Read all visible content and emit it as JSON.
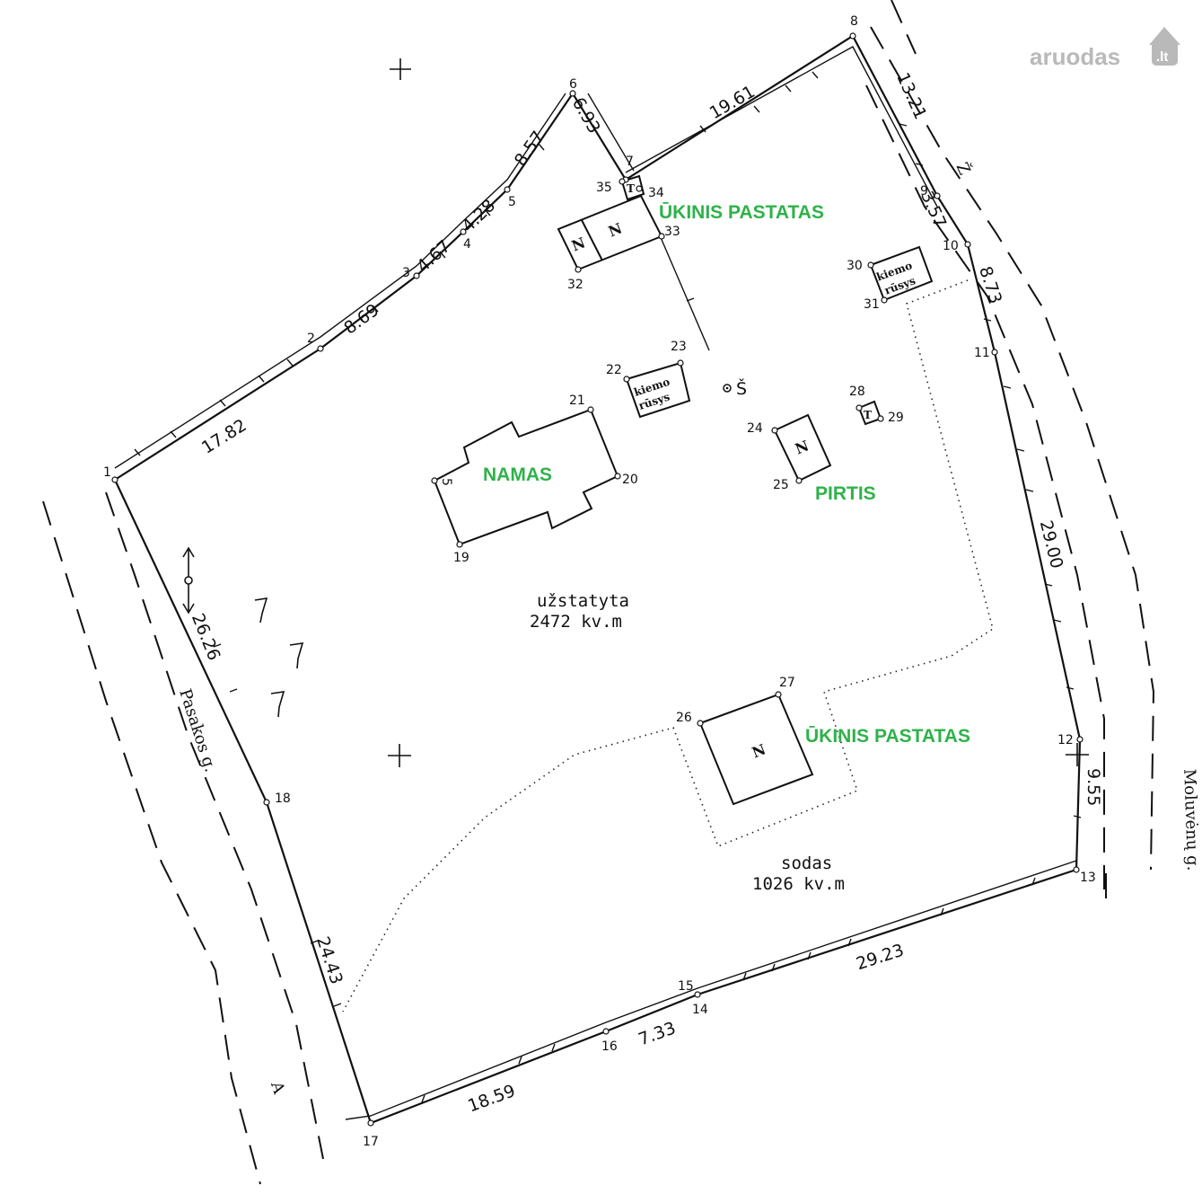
{
  "watermark": {
    "brand": "aruodas",
    "tld": ".lt",
    "color": "#b9b9b9"
  },
  "colors": {
    "annotation_green": "#2fb24a",
    "line": "#111111"
  },
  "points": [
    {
      "id": "1",
      "label": "1"
    },
    {
      "id": "2",
      "label": "2"
    },
    {
      "id": "3",
      "label": "3"
    },
    {
      "id": "4",
      "label": "4"
    },
    {
      "id": "5",
      "label": "5"
    },
    {
      "id": "6",
      "label": "6"
    },
    {
      "id": "7",
      "label": "7"
    },
    {
      "id": "8",
      "label": "8"
    },
    {
      "id": "9",
      "label": "9"
    },
    {
      "id": "10",
      "label": "10"
    },
    {
      "id": "11",
      "label": "11"
    },
    {
      "id": "12",
      "label": "12"
    },
    {
      "id": "13",
      "label": "13"
    },
    {
      "id": "14",
      "label": "14"
    },
    {
      "id": "15",
      "label": "15"
    },
    {
      "id": "16",
      "label": "16"
    },
    {
      "id": "17",
      "label": "17"
    },
    {
      "id": "18",
      "label": "18"
    },
    {
      "id": "19",
      "label": "19"
    },
    {
      "id": "20",
      "label": "20"
    },
    {
      "id": "21",
      "label": "21"
    },
    {
      "id": "22",
      "label": "22"
    },
    {
      "id": "23",
      "label": "23"
    },
    {
      "id": "24",
      "label": "24"
    },
    {
      "id": "25",
      "label": "25"
    },
    {
      "id": "26",
      "label": "26"
    },
    {
      "id": "27",
      "label": "27"
    },
    {
      "id": "28",
      "label": "28"
    },
    {
      "id": "29",
      "label": "29"
    },
    {
      "id": "30",
      "label": "30"
    },
    {
      "id": "31",
      "label": "31"
    },
    {
      "id": "32",
      "label": "32"
    },
    {
      "id": "33",
      "label": "33"
    },
    {
      "id": "34",
      "label": "34"
    },
    {
      "id": "35",
      "label": "35"
    },
    {
      "id": "5b",
      "label": "5"
    }
  ],
  "dimensions": [
    {
      "id": "d1",
      "label": "17.82"
    },
    {
      "id": "d2",
      "label": "8.69"
    },
    {
      "id": "d3",
      "label": "4.67"
    },
    {
      "id": "d4",
      "label": "4.28"
    },
    {
      "id": "d5",
      "label": "8.57"
    },
    {
      "id": "d6",
      "label": "6.93"
    },
    {
      "id": "d7",
      "label": "19.61"
    },
    {
      "id": "d8",
      "label": "13.21"
    },
    {
      "id": "d9",
      "label": "3.57"
    },
    {
      "id": "d10",
      "label": "8.73"
    },
    {
      "id": "d11",
      "label": "29.00"
    },
    {
      "id": "d12",
      "label": "9.55"
    },
    {
      "id": "d13",
      "label": "29.23"
    },
    {
      "id": "d14",
      "label": "7.33"
    },
    {
      "id": "d15",
      "label": "18.59"
    },
    {
      "id": "d16",
      "label": "24.43"
    },
    {
      "id": "d17",
      "label": "26.26"
    }
  ],
  "annotations": {
    "ukinis_top": "ŪKINIS PASTATAS",
    "namas": "NAMAS",
    "pirtis": "PIRTIS",
    "ukinis_bottom": "ŪKINIS PASTATAS"
  },
  "buildings": {
    "n_letter": "N",
    "kiemo": "kiemo",
    "rusys": "rūsys",
    "well": "Š"
  },
  "zones": {
    "uzstatyta_name": "užstatyta",
    "uzstatyta_area": "2472  kv.m",
    "sodas_name": "sodas",
    "sodas_area": "1026  kv.m"
  },
  "streets": {
    "pasakos": "Pasakos g.",
    "moluvenu": "Moluvėnų g.",
    "letter_a": "A",
    "letter_z": "Ž"
  }
}
